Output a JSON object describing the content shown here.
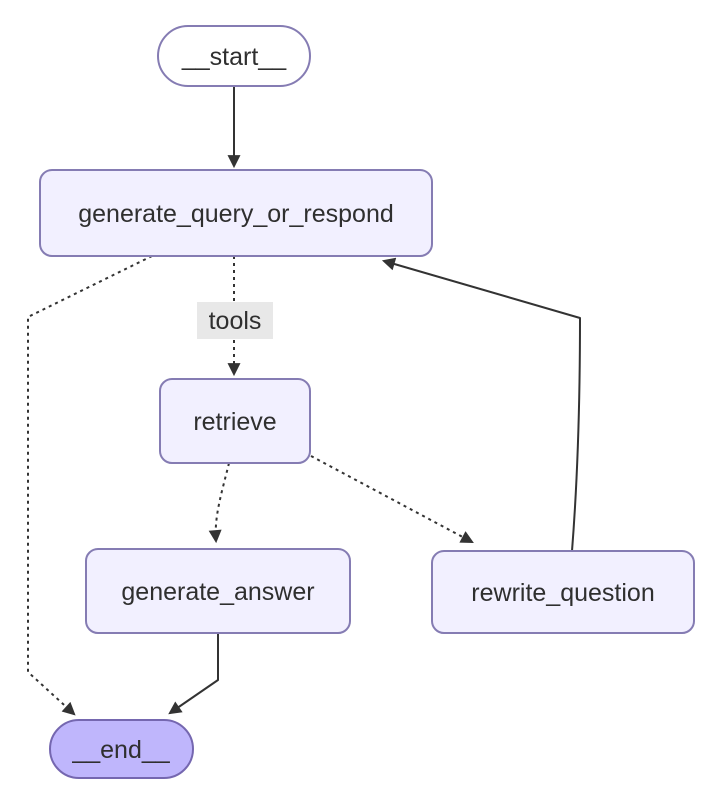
{
  "diagram": {
    "type": "flowchart",
    "direction": "top-down",
    "nodes": {
      "start": {
        "label": "__start__",
        "shape": "stadium"
      },
      "generate_query_or_respond": {
        "label": "generate_query_or_respond",
        "shape": "rounded-rect"
      },
      "retrieve": {
        "label": "retrieve",
        "shape": "rounded-rect"
      },
      "generate_answer": {
        "label": "generate_answer",
        "shape": "rounded-rect"
      },
      "rewrite_question": {
        "label": "rewrite_question",
        "shape": "rounded-rect"
      },
      "end": {
        "label": "__end__",
        "shape": "stadium"
      }
    },
    "edges": [
      {
        "from": "start",
        "to": "generate_query_or_respond",
        "style": "solid",
        "label": ""
      },
      {
        "from": "generate_query_or_respond",
        "to": "retrieve",
        "style": "dotted",
        "label": "tools"
      },
      {
        "from": "generate_query_or_respond",
        "to": "end",
        "style": "dotted",
        "label": ""
      },
      {
        "from": "retrieve",
        "to": "generate_answer",
        "style": "dotted",
        "label": ""
      },
      {
        "from": "retrieve",
        "to": "rewrite_question",
        "style": "dotted",
        "label": ""
      },
      {
        "from": "rewrite_question",
        "to": "generate_query_or_respond",
        "style": "solid",
        "label": ""
      },
      {
        "from": "generate_answer",
        "to": "end",
        "style": "solid",
        "label": ""
      }
    ],
    "colors": {
      "background": "#ffffff",
      "node_fill": "#f2f0ff",
      "node_stroke": "#857cb3",
      "start_fill": "#ffffff",
      "end_fill": "#bfb6fc",
      "end_stroke": "#7567b0",
      "edge": "#333333",
      "edge_label_bg": "#e8e8e8",
      "text": "#2f2f2f"
    }
  }
}
